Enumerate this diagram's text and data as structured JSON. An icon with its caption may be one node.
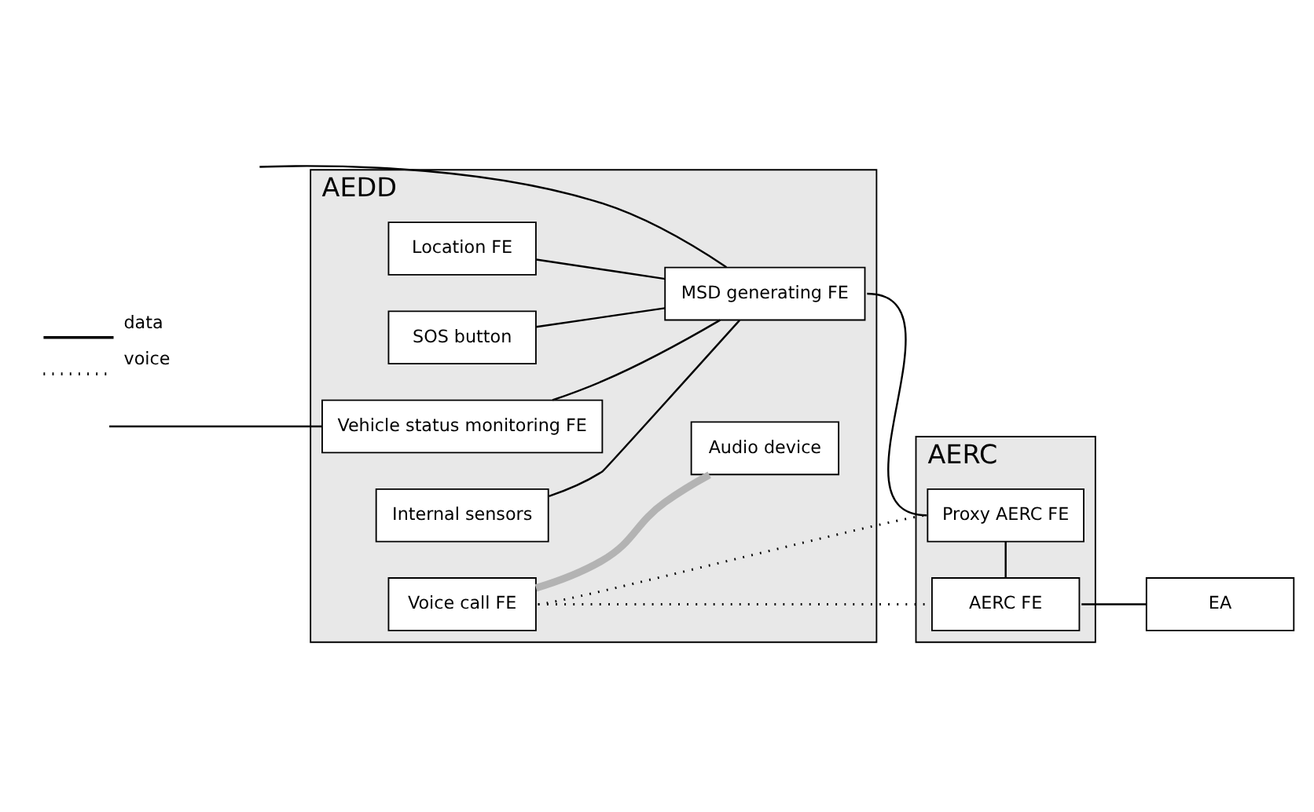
{
  "diagram": {
    "nodes": [
      {
        "text": [
          "AEDD"
        ]
      },
      {
        "text": [
          "Location FE"
        ],
        "in": 0
      },
      {
        "text": [
          "SOS button"
        ],
        "in": 0
      },
      {
        "text": [
          "MSD generating FE"
        ],
        "in": 0
      },
      {
        "text": [
          "Vehicle status monitoring FE"
        ],
        "in": 0
      },
      {
        "text": [
          "Voice call FE"
        ],
        "in": 0
      },
      {
        "text": [
          "Internal sensors"
        ],
        "in": 0
      },
      {
        "text": [
          "Audio device"
        ],
        "in": 0
      },
      {
        "text": [
          "AERC"
        ]
      },
      {
        "text": [
          "Proxy AERC FE"
        ],
        "in": 8
      },
      {
        "text": [
          "AERC FE"
        ],
        "in": 8
      },
      {
        "text": [
          "EA"
        ]
      }
    ],
    "edges": [
      {
        "from": 1,
        "to": 3,
        "arrow": "none"
      },
      {
        "from": 2,
        "to": 3,
        "arrow": "none"
      },
      {
        "from": 3,
        "to": 9,
        "arrow": "none"
      },
      {
        "from": null,
        "to": 3,
        "arrow": "none"
      },
      {
        "from": null,
        "to": 4,
        "arrow": "none"
      },
      {
        "from": 4,
        "to": 3,
        "arrow": "none"
      },
      {
        "from": 6,
        "to": 3,
        "arrow": "none"
      },
      {
        "from": 5,
        "to": 7,
        "arrow": "none",
        "style": "thick",
        "color": "#b3b3b3"
      },
      {
        "from": 5,
        "to": 9,
        "arrow": "none",
        "style": "dashed"
      },
      {
        "from": 5,
        "to": 10,
        "arrow": "none",
        "style": "dashed"
      },
      {
        "from": 9,
        "to": 10,
        "arrow": "none"
      },
      {
        "from": 10,
        "to": 11,
        "arrow": "none"
      }
    ],
    "legend": [
      {
        "text": "data"
      },
      {
        "text": "voice"
      }
    ]
  }
}
